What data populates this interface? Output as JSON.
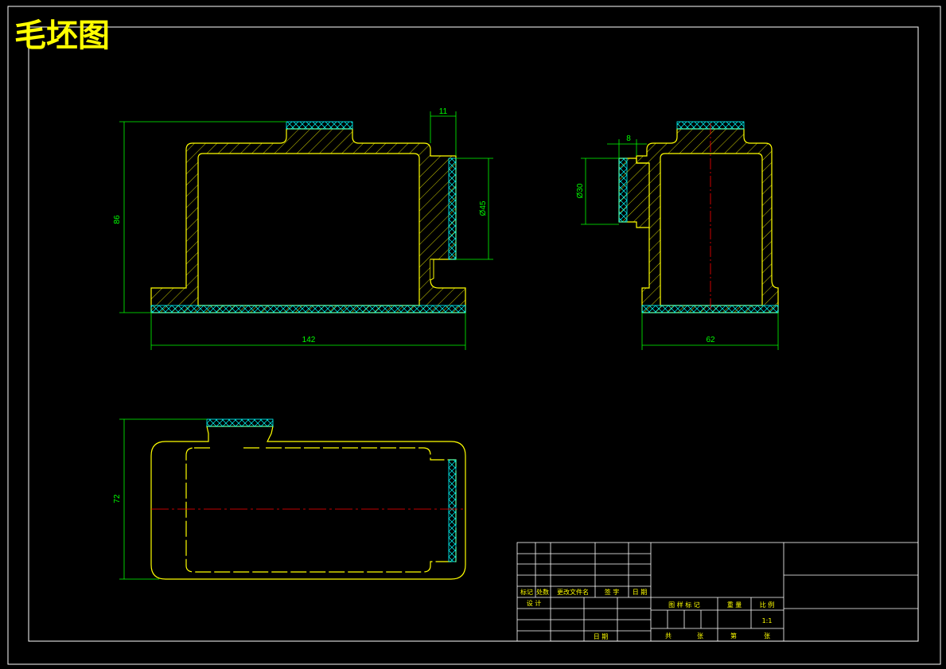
{
  "title": "毛坯图",
  "dimensions": {
    "front_height": "86",
    "front_width": "142",
    "front_boss": "11",
    "front_bore": "Ø45",
    "side_width": "62",
    "side_boss": "8",
    "side_bore": "Ø30",
    "top_height": "72"
  },
  "title_block": {
    "mark": "标记",
    "count": "处数",
    "change_doc": "更改文件名",
    "signature": "签 字",
    "date": "日 期",
    "designer": "设 计",
    "date2": "日 期",
    "drawing_mark": "图 样 标 记",
    "weight": "重 量",
    "scale_label": "比 例",
    "scale_value": "1:1",
    "total": "共",
    "sheet_of": "张",
    "sheet": "第",
    "sheet2": "张"
  },
  "colors": {
    "frame": "#ffffff",
    "outline": "#ffff00",
    "dimension": "#00ff00",
    "hatch": "#00ffff",
    "centerline": "#ff0000",
    "title": "#ffff00"
  }
}
